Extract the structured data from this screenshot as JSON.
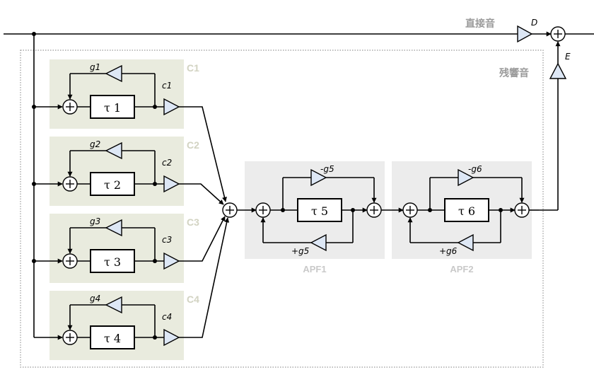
{
  "paths": {
    "direct": "直接音",
    "reverb": "残響音"
  },
  "direct_gain": "D",
  "reverb_gain": "E",
  "combs": [
    {
      "section": "C1",
      "feedback_gain": "g1",
      "delay": "τ 1",
      "output_gain": "c1"
    },
    {
      "section": "C2",
      "feedback_gain": "g2",
      "delay": "τ 2",
      "output_gain": "c2"
    },
    {
      "section": "C3",
      "feedback_gain": "g3",
      "delay": "τ 3",
      "output_gain": "c3"
    },
    {
      "section": "C4",
      "feedback_gain": "g4",
      "delay": "τ 4",
      "output_gain": "c4"
    }
  ],
  "allpass": [
    {
      "section": "APF1",
      "delay": "τ 5",
      "forward_gain": "-g5",
      "feedback_gain": "+g5"
    },
    {
      "section": "APF2",
      "delay": "τ 6",
      "forward_gain": "-g6",
      "feedback_gain": "+g6"
    }
  ],
  "colors": {
    "comb_background": "#e9ebde",
    "allpass_background": "#ececec",
    "gain_fill": "#dde7f5",
    "section_label": "#d2d3c2"
  }
}
